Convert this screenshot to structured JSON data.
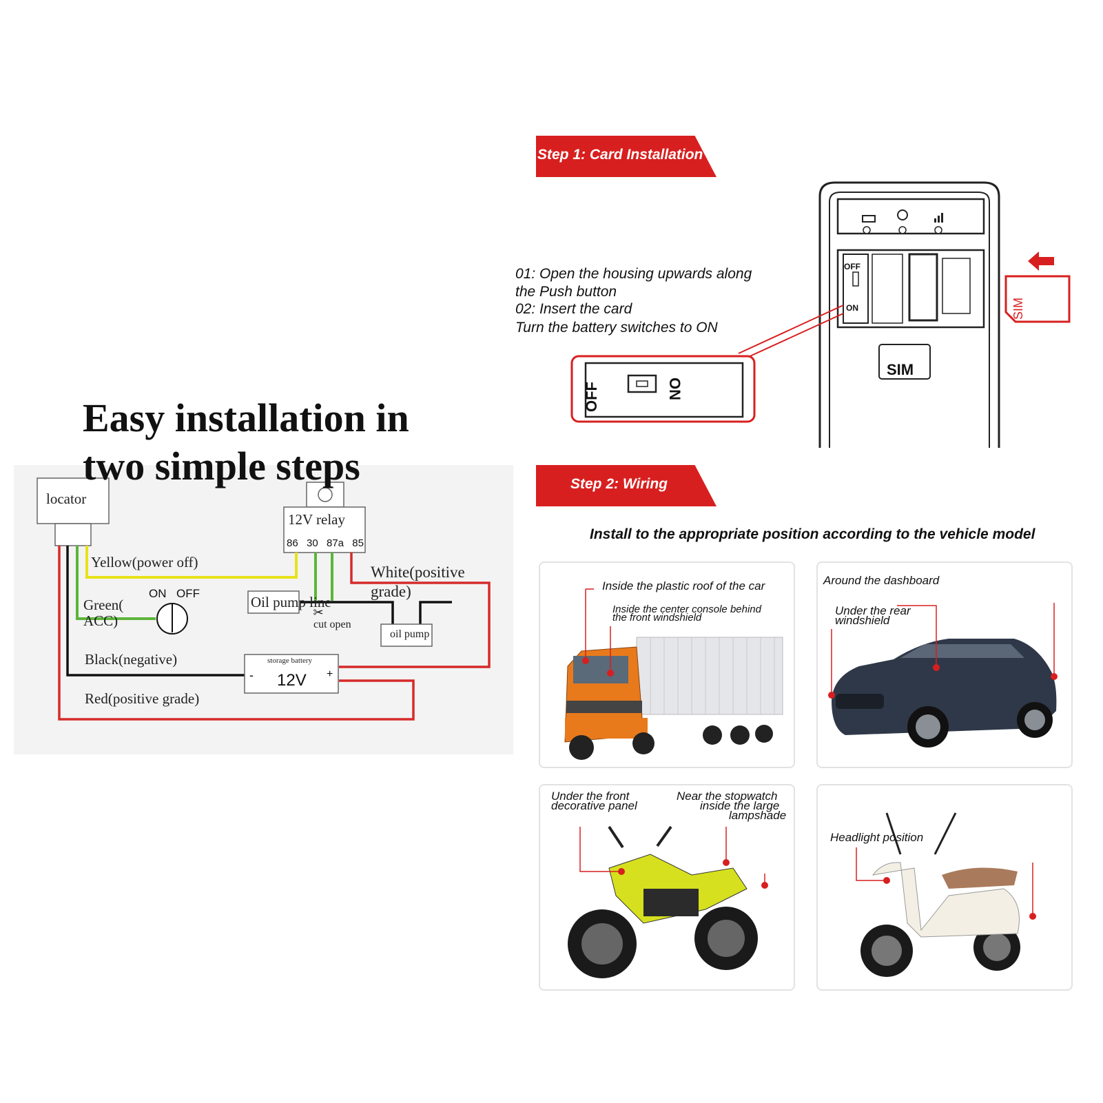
{
  "headline": {
    "line1": "Easy installation in",
    "line2": "two simple steps"
  },
  "wiring": {
    "locator": "locator",
    "relay": "12V relay",
    "relay_pins": [
      "86",
      "30",
      "87a",
      "85"
    ],
    "yellow": "Yellow(power off)",
    "green_1": "Green(",
    "green_2": "ACC)",
    "switch_on": "ON",
    "switch_off": "OFF",
    "oil_pump_line": "Oil pump line",
    "cut_open": "cut open",
    "white_1": "White(positive",
    "white_2": "grade)",
    "oil_pump": "oil pump",
    "black": "Black(negative)",
    "battery_label": "storage battery",
    "battery_voltage": "12V",
    "battery_minus": "-",
    "battery_plus": "+",
    "red": "Red(positive grade)",
    "colors": {
      "yellow": "#e8e21a",
      "green": "#5cb53a",
      "black": "#111111",
      "red": "#d62a2a"
    }
  },
  "step1": {
    "banner": "Step 1: Card Installation",
    "instructions": [
      "01: Open the housing upwards along",
      "the Push button",
      "02: Insert the card",
      "Turn the battery switches to ON"
    ],
    "switch_off": "OFF",
    "switch_on": "ON",
    "sim_slot": "SIM",
    "sim_card": "SIM",
    "icons": [
      "battery-icon",
      "satellite-icon",
      "signal-icon"
    ]
  },
  "step2": {
    "banner": "Step 2: Wiring",
    "subtitle": "Install to the appropriate position according to the vehicle model",
    "cards": [
      {
        "labels": [
          "Inside the plastic roof of the car",
          "Inside the center console behind",
          "the front windshield"
        ]
      },
      {
        "labels": [
          "Around the dashboard",
          "Under the rear",
          "windshield"
        ]
      },
      {
        "labels": [
          "Under the front",
          "decorative panel",
          "Near the stopwatch",
          "inside the large",
          "lampshade"
        ]
      },
      {
        "labels": [
          "Headlight position"
        ]
      }
    ]
  },
  "accent_color": "#d81f1f"
}
